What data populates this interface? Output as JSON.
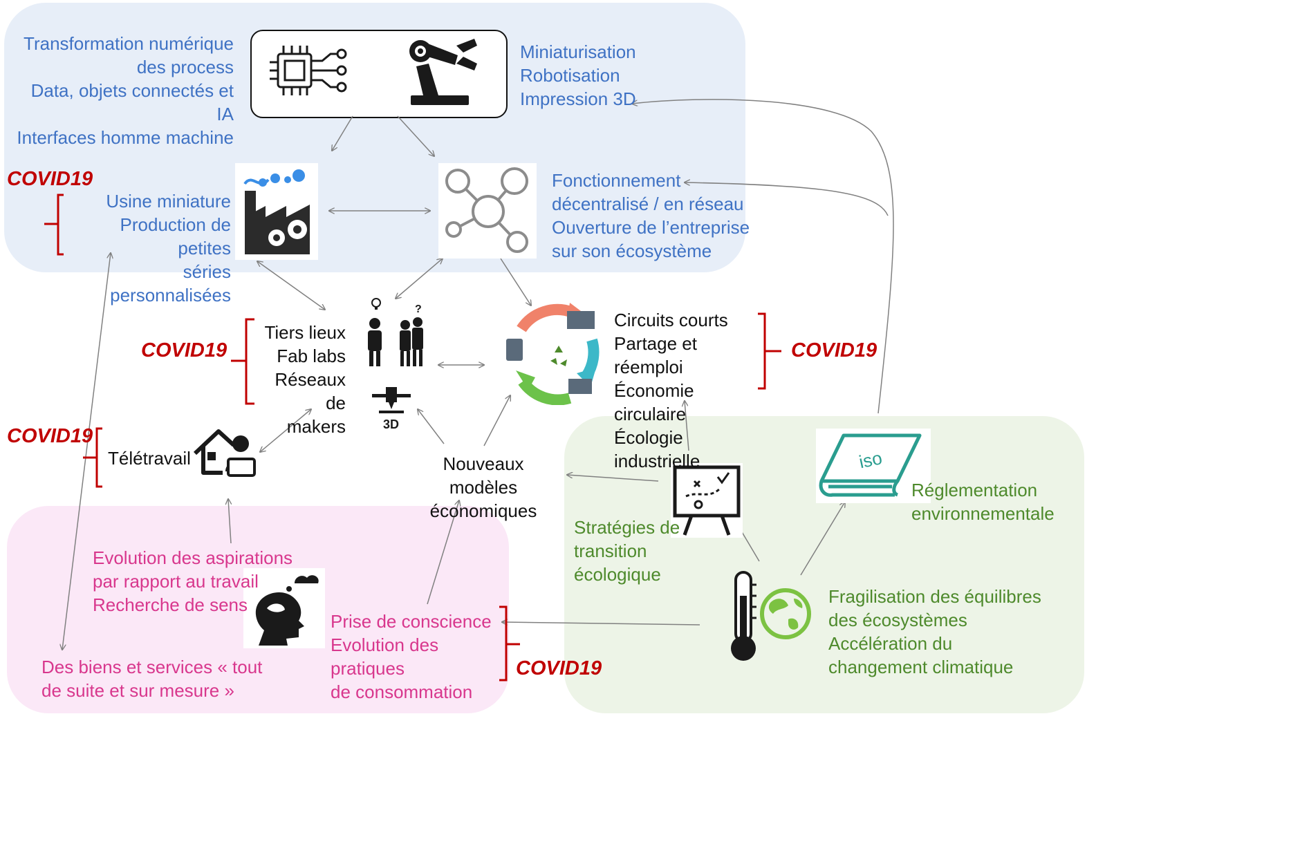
{
  "colors": {
    "blue_zone": "#e7eef8",
    "green_zone": "#edf4e7",
    "pink_zone": "#fbe8f7",
    "blue_text": "#3f72c4",
    "green_text": "#4e8a2c",
    "pink_text": "#d8378d",
    "covid_red": "#c00000",
    "arrow": "#808080"
  },
  "tech": {
    "left_lines": "Transformation numérique\ndes process\nData, objets connectés et IA\nInterfaces homme machine",
    "right_lines": "Miniaturisation\nRobotisation\nImpression 3D"
  },
  "factory": {
    "lines": "Usine miniature\nProduction de petites\nséries personnalisées"
  },
  "network": {
    "lines": "Fonctionnement\ndécentralisé / en réseau\nOuverture de l’entreprise\nsur son écosystème"
  },
  "makers": {
    "lines": "Tiers lieux\nFab labs\nRéseaux de\nmakers"
  },
  "circular": {
    "lines": "Circuits courts\nPartage et réemploi\nÉconomie circulaire\nÉcologie industrielle"
  },
  "telework": {
    "label": "Télétravail"
  },
  "new_models": {
    "lines": "Nouveaux modèles\néconomiques"
  },
  "strategies": {
    "lines": "Stratégies de\ntransition écologique"
  },
  "regulation": {
    "lines": "Réglementation\nenvironnementale",
    "book_label": "iso"
  },
  "fragility": {
    "lines": "Fragilisation des équilibres\ndes écosystèmes\nAccélération du\nchangement climatique"
  },
  "aspirations": {
    "lines": "Evolution des aspirations\npar rapport au travail\nRecherche de sens"
  },
  "awareness": {
    "lines": "Prise de conscience\nEvolution des pratiques\nde consommation"
  },
  "goods": {
    "lines": "Des biens et services « tout\nde suite et sur mesure »"
  },
  "covid": {
    "factory": "COVID19",
    "makers": "COVID19",
    "telework": "COVID19",
    "circular": "COVID19",
    "awareness": "COVID19"
  },
  "icons": {
    "chip": "chip-icon",
    "robot_arm": "robot-arm-icon",
    "factory": "factory-gears-icon",
    "network": "network-hub-icon",
    "makers": "makers-people-icon",
    "printer_3d": "3d-printer-icon",
    "telework": "home-office-icon",
    "recycle": "recycle-cycle-icon",
    "strategy": "strategy-board-icon",
    "book": "iso-book-icon",
    "thermometer": "thermometer-globe-icon",
    "head": "thinking-head-icon"
  }
}
